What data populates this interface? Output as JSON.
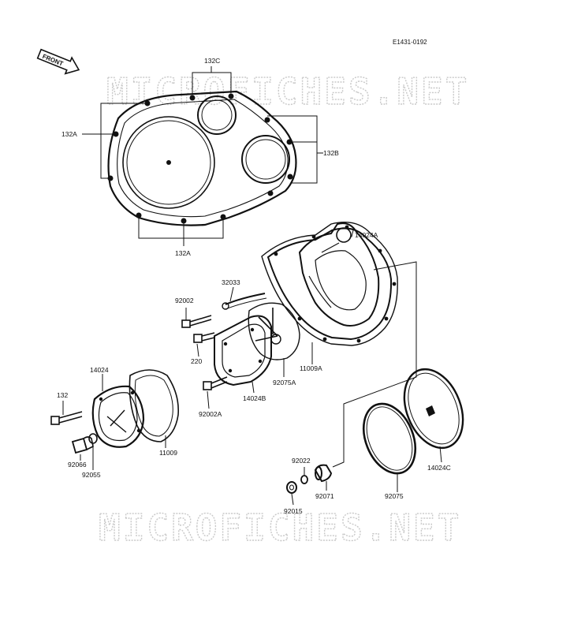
{
  "figure": {
    "reference_code": "E1431-0192",
    "front_arrow_label": "FRONT",
    "watermark_text": "MICROFICHES.NET"
  },
  "part_labels": {
    "p132C": "132C",
    "p132A_left": "132A",
    "p132A_bottom": "132A",
    "p132B": "132B",
    "p14024A": "14024A",
    "p32033": "32033",
    "p92002": "92002",
    "p220": "220",
    "p11009A": "11009A",
    "p92075A": "92075A",
    "p14024B": "14024B",
    "p92002A": "92002A",
    "p14024": "14024",
    "p132": "132",
    "p92066": "92066",
    "p92055": "92055",
    "p11009": "11009",
    "p92022": "92022",
    "p92071": "92071",
    "p92015": "92015",
    "p92075": "92075",
    "p14024C": "14024C"
  },
  "colors": {
    "ink": "#111111",
    "watermark": "#c9c9c9",
    "background": "#ffffff"
  }
}
